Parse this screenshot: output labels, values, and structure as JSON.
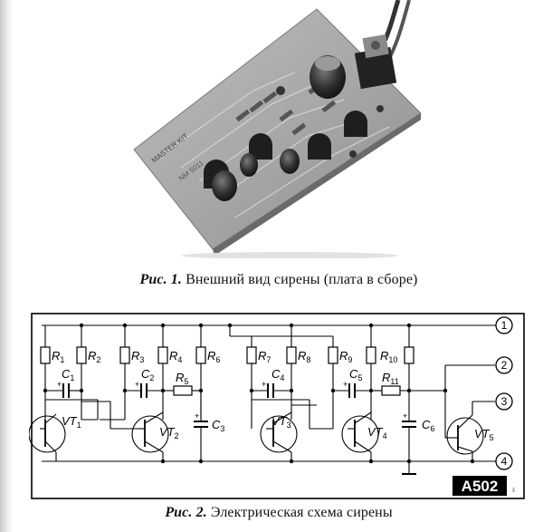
{
  "figure1": {
    "caption_lead": "Рис. 1.",
    "caption_text": " Внешний вид сирены (плата в сборе)"
  },
  "figure2": {
    "caption_lead": "Рис. 2.",
    "caption_text": " Электрическая схема сирены",
    "badge": "A502",
    "side_mark": "ᴿᴿᴵ",
    "resistors": [
      {
        "letter": "R",
        "sub": "1"
      },
      {
        "letter": "R",
        "sub": "2"
      },
      {
        "letter": "R",
        "sub": "3"
      },
      {
        "letter": "R",
        "sub": "4"
      },
      {
        "letter": "R",
        "sub": "5"
      },
      {
        "letter": "R",
        "sub": "6"
      },
      {
        "letter": "R",
        "sub": "7"
      },
      {
        "letter": "R",
        "sub": "8"
      },
      {
        "letter": "R",
        "sub": "9"
      },
      {
        "letter": "R",
        "sub": "10"
      },
      {
        "letter": "R",
        "sub": "11"
      }
    ],
    "capacitors": [
      {
        "letter": "C",
        "sub": "1"
      },
      {
        "letter": "C",
        "sub": "2"
      },
      {
        "letter": "C",
        "sub": "3"
      },
      {
        "letter": "C",
        "sub": "4"
      },
      {
        "letter": "C",
        "sub": "5"
      },
      {
        "letter": "C",
        "sub": "6"
      }
    ],
    "transistors": [
      {
        "letter": "VT",
        "sub": "1"
      },
      {
        "letter": "VT",
        "sub": "2"
      },
      {
        "letter": "VT",
        "sub": "3"
      },
      {
        "letter": "VT",
        "sub": "4"
      },
      {
        "letter": "VT",
        "sub": "5"
      }
    ],
    "terminals": [
      "1",
      "2",
      "3",
      "4"
    ],
    "plus_sign": "+"
  }
}
